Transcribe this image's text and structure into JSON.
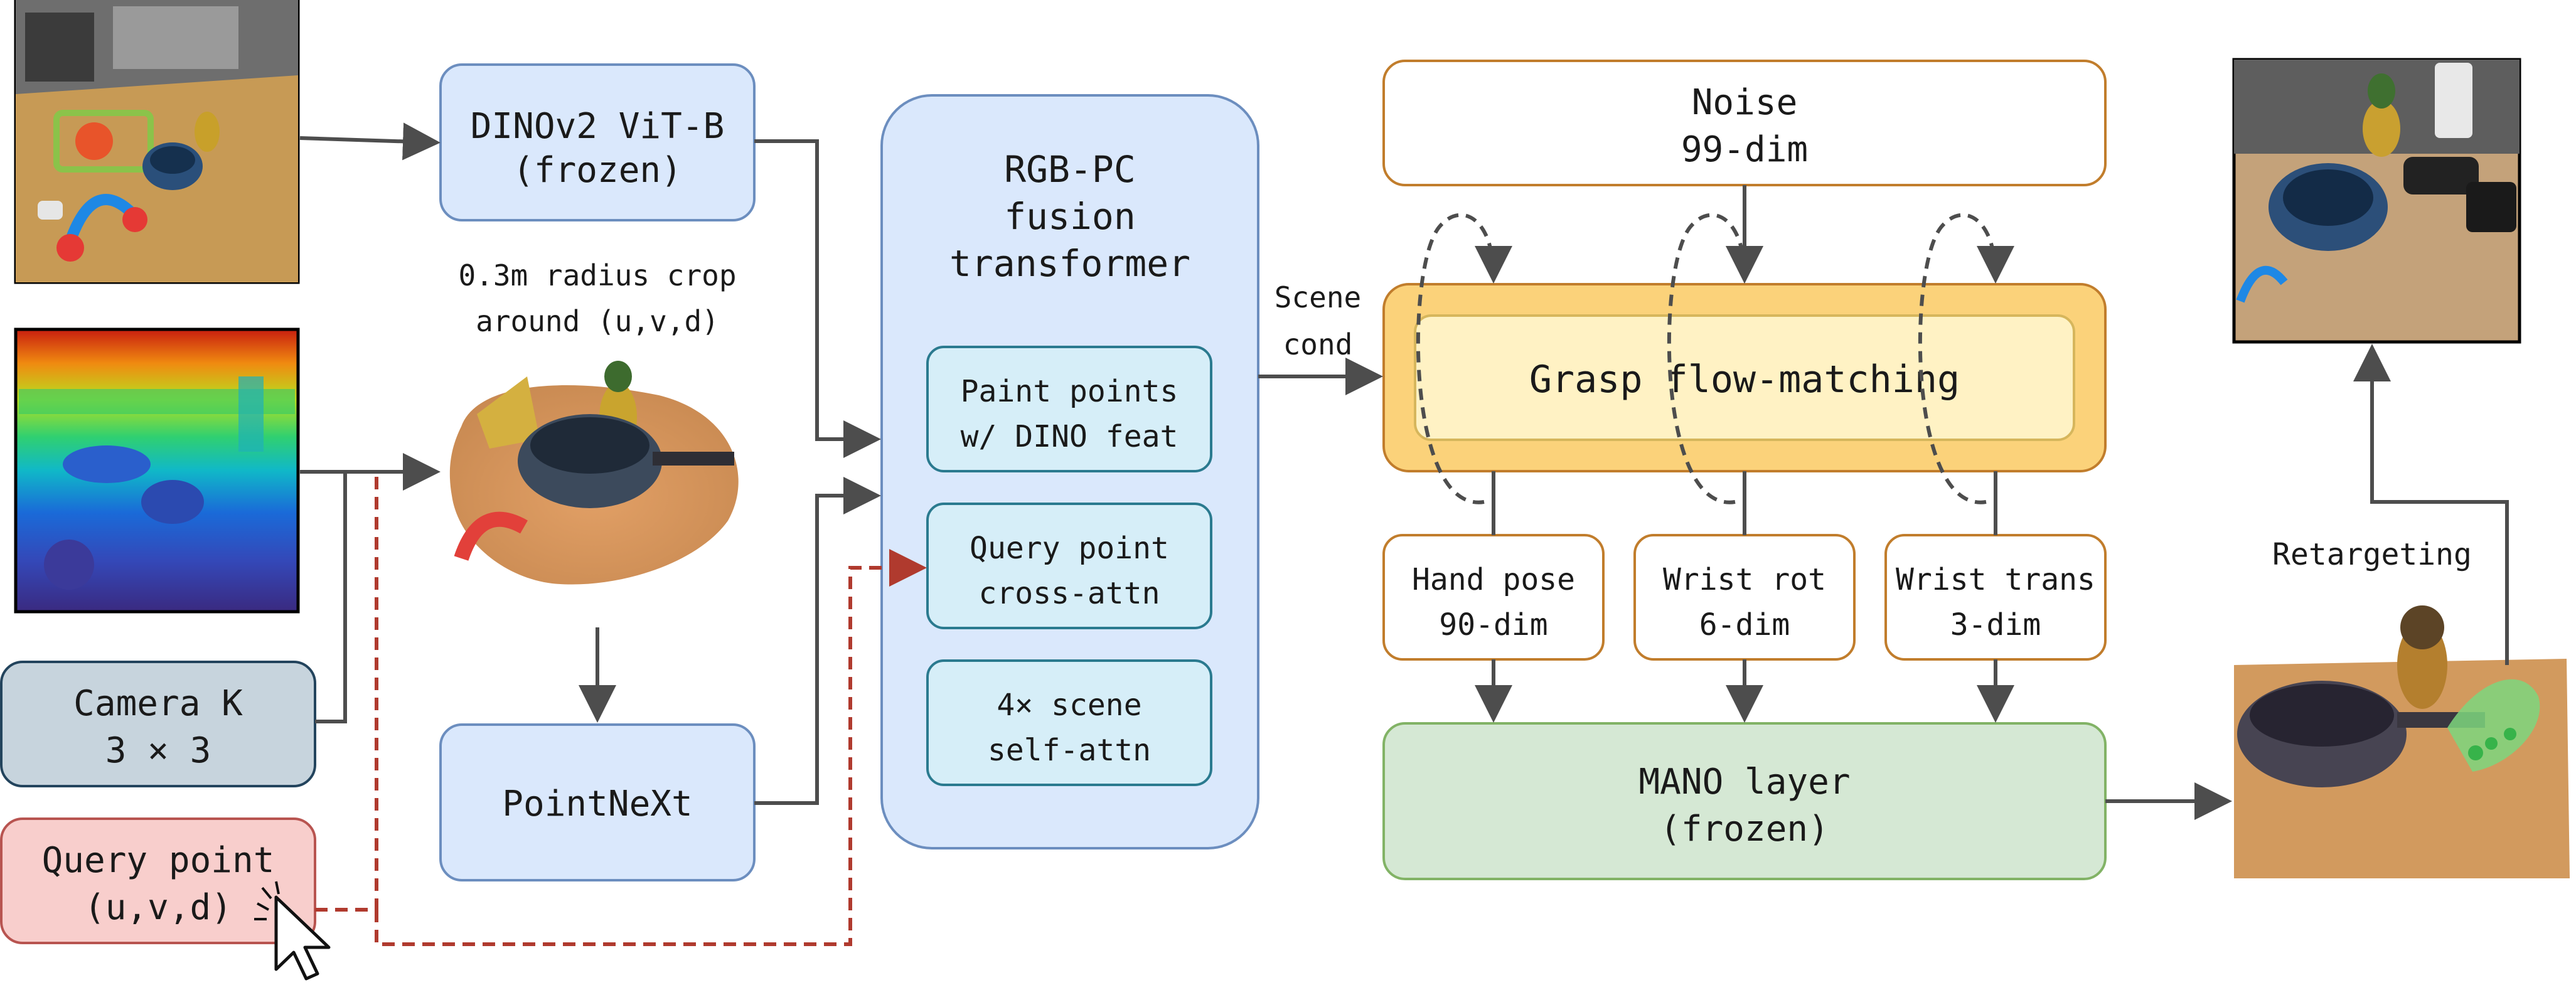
{
  "dino": {
    "line1": "DINOv2 ViT-B",
    "line2": "(frozen)"
  },
  "crop": {
    "line1": "0.3m radius crop",
    "line2": "around (u,v,d)"
  },
  "camera": {
    "line1": "Camera K",
    "line2": "3 × 3"
  },
  "query": {
    "line1": "Query point",
    "line2": "(u,v,d)"
  },
  "pointnext": {
    "label": "PointNeXt"
  },
  "fusion": {
    "line1": "RGB-PC",
    "line2": "fusion",
    "line3": "transformer",
    "paint": {
      "line1": "Paint points",
      "line2": "w/ DINO feat"
    },
    "cross": {
      "line1": "Query point",
      "line2": "cross-attn"
    },
    "self": {
      "line1": "4× scene",
      "line2": "self-attn"
    }
  },
  "scene_cond": {
    "line1": "Scene",
    "line2": "cond"
  },
  "noise": {
    "line1": "Noise",
    "line2": "99-dim"
  },
  "flow": {
    "label": "Grasp flow-matching"
  },
  "hand_pose": {
    "line1": "Hand pose",
    "line2": "90-dim"
  },
  "wrist_rot": {
    "line1": "Wrist rot",
    "line2": "6-dim"
  },
  "wrist_trans": {
    "line1": "Wrist trans",
    "line2": "3-dim"
  },
  "mano": {
    "line1": "MANO layer",
    "line2": "(frozen)"
  },
  "retargeting": {
    "label": "Retargeting"
  },
  "colors": {
    "blue_fill": "#dae8fc",
    "blue_stroke": "#6c8ebf",
    "teal_fill": "#d6eef8",
    "teal_stroke": "#2a7a8f",
    "orange_stroke": "#c17d2c",
    "flow_outer": "#fbd27a",
    "flow_inner": "#fff2c4",
    "green_fill": "#d5e8d4",
    "green_stroke": "#82b366",
    "red_fill": "#f8cecc",
    "red_stroke": "#b85450",
    "gray_fill": "#c7d4dd",
    "gray_stroke": "#23445d",
    "arrow": "#4d4d4d",
    "dashed_red": "#b03a2e"
  },
  "icons": [
    "rgb-scene-photo",
    "depth-map-image",
    "cropped-point-cloud",
    "robot-grasp-photo",
    "hand-mesh-render",
    "mouse-cursor-icon"
  ]
}
